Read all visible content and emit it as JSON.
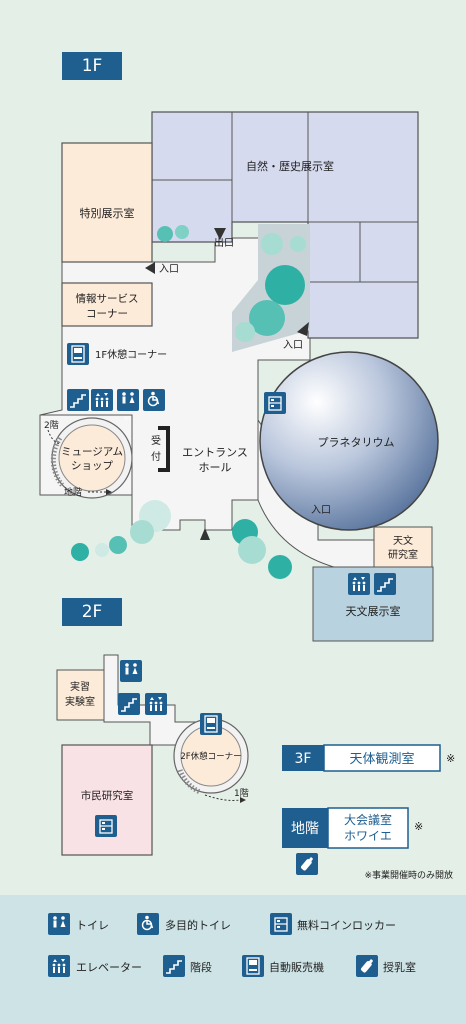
{
  "floors": {
    "f1": {
      "label": "1F"
    },
    "f2": {
      "label": "2F"
    },
    "f3": {
      "label": "3F",
      "room": "天体観測室",
      "note": "※"
    },
    "b": {
      "label": "地階",
      "room_line1": "大会議室",
      "room_line2": "ホワイエ",
      "note": "※"
    }
  },
  "rooms_1f": {
    "nature_history": "自然・歴史展示室",
    "special_line1": "特別展示室",
    "info_line1": "情報サービス",
    "info_line2": "コーナー",
    "rest": "1F休憩コーナー",
    "shop_line1": "ミュージアム",
    "shop_line2": "ショップ",
    "reception_1": "受",
    "reception_2": "付",
    "entrance_line1": "エントランス",
    "entrance_line2": "ホール",
    "planetarium": "プラネタリウム",
    "astro_lab_line1": "天文",
    "astro_lab_line2": "研究室",
    "astro_exhibit": "天文展示室"
  },
  "labels_1f": {
    "exit": "出口",
    "entrance_left": "入口",
    "entrance_right": "入口",
    "entrance_planetarium": "入口",
    "stairs_up": "2階",
    "stairs_down": "地階"
  },
  "rooms_2f": {
    "practice_line1": "実習",
    "practice_line2": "実験室",
    "citizen_lab": "市民研究室",
    "rest": "2F休憩コーナー",
    "stairs_down": "1階"
  },
  "footnote": "※事業開催時のみ開放",
  "legend": {
    "toilet": "トイレ",
    "accessible_toilet": "多目的トイレ",
    "locker": "無料コインロッカー",
    "elevator": "エレベーター",
    "stairs": "階段",
    "vending": "自動販売機",
    "nursing": "授乳室"
  },
  "icon_text": {
    "wc": "WC"
  },
  "colors": {
    "background": "#e4efe7",
    "floor_label": "#1f5f8f",
    "nature_room": "#d6daef",
    "special_room": "#fcebd9",
    "corridor": "#f5f5f5",
    "astro_exhibit": "#b9d2df",
    "citizen_lab": "#f8e2e6",
    "legend_bg": "#cde3e6",
    "teal_dot": "#2fb0a5"
  }
}
